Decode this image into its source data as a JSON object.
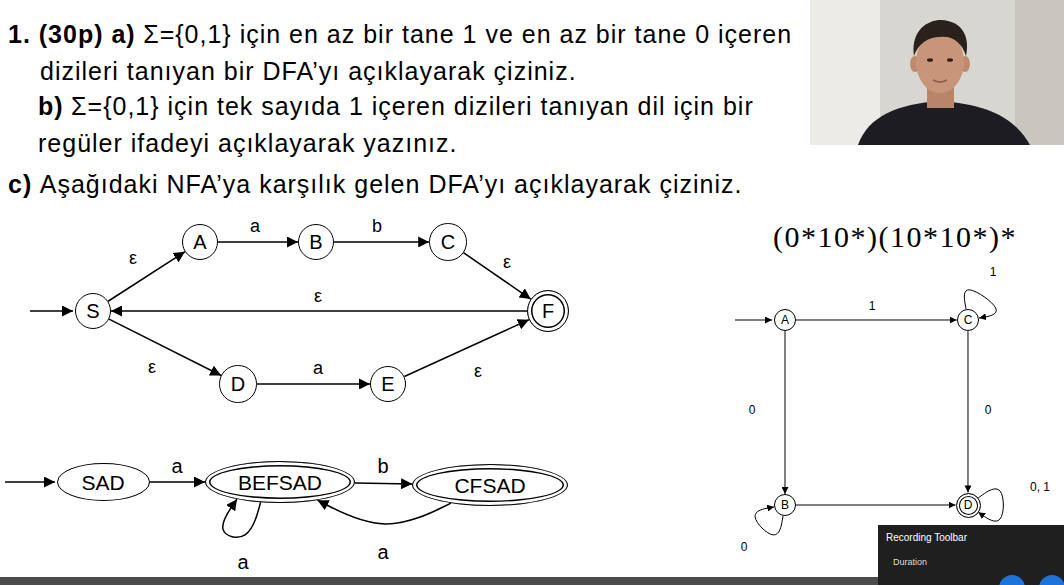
{
  "diagram": {
    "nodes": [
      {
        "text": [
          "A"
        ]
      },
      {
        "text": [
          "B"
        ]
      },
      {
        "text": [
          "C"
        ]
      },
      {
        "text": [
          "S"
        ]
      },
      {
        "text": [
          "F"
        ]
      },
      {
        "text": [
          "D"
        ]
      },
      {
        "text": [
          "E"
        ]
      },
      {
        "text": [
          "SAD"
        ]
      },
      {
        "text": [
          "BEFSAD"
        ]
      },
      {
        "text": [
          "CFSAD"
        ]
      },
      {
        "text": [
          "A"
        ]
      },
      {
        "text": [
          "C"
        ]
      },
      {
        "text": [
          "B"
        ]
      },
      {
        "text": [
          "D"
        ]
      }
    ],
    "edges": [
      {
        "from": 3,
        "to": 0,
        "arrow": "to",
        "label": "ε"
      },
      {
        "from": 0,
        "to": 1,
        "arrow": "to",
        "label": "a"
      },
      {
        "from": 1,
        "to": 2,
        "arrow": "to",
        "label": "b"
      },
      {
        "from": 2,
        "to": 4,
        "arrow": "to",
        "label": "ε"
      },
      {
        "from": 4,
        "to": 3,
        "arrow": "to",
        "label": "ε"
      },
      {
        "from": 3,
        "to": 5,
        "arrow": "to",
        "label": "ε"
      },
      {
        "from": 5,
        "to": 6,
        "arrow": "to",
        "label": "a"
      },
      {
        "from": 6,
        "to": 4,
        "arrow": "to",
        "label": "ε"
      },
      {
        "from": 7,
        "to": 8,
        "arrow": "to",
        "label": "a"
      },
      {
        "from": 8,
        "to": 9,
        "arrow": "to",
        "label": "b"
      },
      {
        "from": 9,
        "to": 8,
        "arrow": "to",
        "label": "a"
      },
      {
        "from": 8,
        "to": 8,
        "arrow": "to",
        "label": "a"
      },
      {
        "from": 10,
        "to": 11,
        "arrow": "to",
        "label": "1"
      },
      {
        "from": 11,
        "to": 11,
        "arrow": "to",
        "label": "1"
      },
      {
        "from": 11,
        "to": 13,
        "arrow": "to",
        "label": "0"
      },
      {
        "from": 13,
        "to": 13,
        "arrow": "to",
        "label": "0, 1"
      },
      {
        "from": 10,
        "to": 12,
        "arrow": "to",
        "label": "0"
      },
      {
        "from": 12,
        "to": 12,
        "arrow": "to",
        "label": "0"
      },
      {
        "from": 12,
        "to": 13,
        "arrow": "to"
      }
    ],
    "labels": [
      "1. (30p) a)",
      "Σ={0,1} için en az bir tane 1 ve en az bir tane 0 içeren dizileri tanıyan bir DFA’yı açıklayarak çiziniz.",
      "b)",
      "Σ={0,1} için tek sayıda 1 içeren dizileri tanıyan dil için bir regüler ifadeyi açıklayarak yazınız.",
      "c)",
      "Aşağıdaki NFA’ya karşılık gelen DFA’yı açıklayarak çiziniz.",
      "(0*10*)(10*10*)*",
      "Recording Toolbar",
      "Duration"
    ]
  }
}
